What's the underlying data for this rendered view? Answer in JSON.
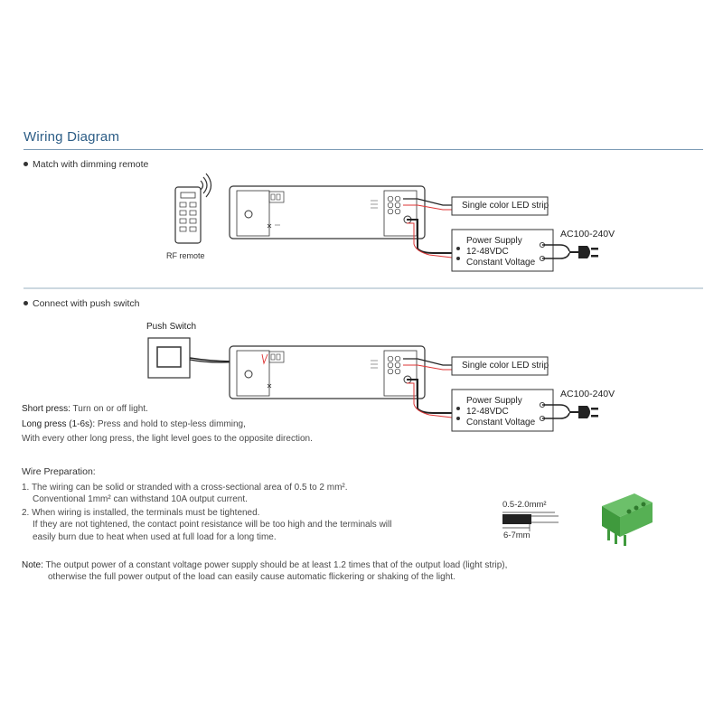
{
  "heading": "Wiring Diagram",
  "section1": {
    "bullet": "Match with dimming remote",
    "remote_label": "RF remote",
    "strip_label": "Single color LED strip",
    "psu_lines": [
      "Power Supply",
      "12-48VDC",
      "Constant Voltage"
    ],
    "ac_label": "AC100-240V"
  },
  "section2": {
    "bullet": "Connect with push switch",
    "switch_label": "Push Switch",
    "strip_label": "Single color LED strip",
    "psu_lines": [
      "Power Supply",
      "12-48VDC",
      "Constant Voltage"
    ],
    "ac_label": "AC100-240V",
    "short_press_key": "Short press:",
    "short_press_text": " Turn on or off light.",
    "long_press_key": "Long press (1-6s):",
    "long_press_text": " Press and hold to step-less dimming,",
    "long_press_note": "With every other long press, the light level goes to the opposite direction."
  },
  "wire_prep": {
    "heading": "Wire Preparation:",
    "item1_line1": "1. The wiring can be solid or stranded with a cross-sectional area of 0.5 to 2 mm².",
    "item1_line2": "Conventional 1mm² can withstand 10A output current.",
    "item2_line1": "2. When wiring is installed, the terminals must be tightened.",
    "item2_line2": "If they are not tightened, the contact point resistance will be too high and the terminals will",
    "item2_line3": "easily burn due to heat when used at full load for a long time.",
    "wire_size": "0.5-2.0mm²",
    "strip_length": "6-7mm"
  },
  "note": {
    "key": "Note:",
    "line1": " The output power of a constant voltage power supply should be at least 1.2 times that of the output load (light strip),",
    "line2": "otherwise the full power output of the load can easily cause automatic flickering or shaking of the light."
  },
  "colors": {
    "accent": "#2c5d86",
    "terminal_green": "#4caf50",
    "wire_red": "#d33"
  },
  "icons": [
    "rf-remote-icon",
    "signal-waves-icon",
    "push-switch-icon",
    "controller-icon",
    "plug-icon",
    "terminal-block-icon"
  ]
}
